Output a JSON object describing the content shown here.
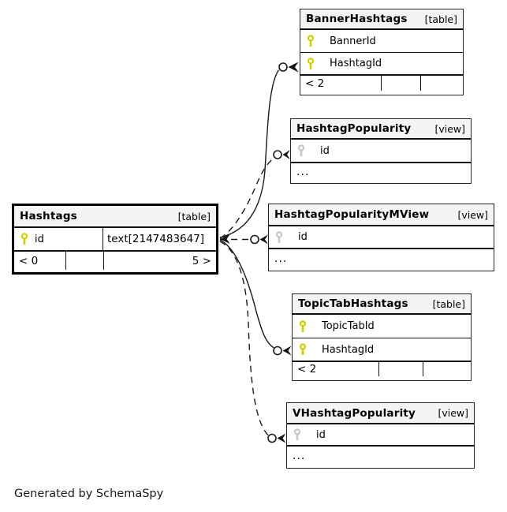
{
  "credit": "Generated by SchemaSpy",
  "colors": {
    "header_bg": "#f4f4f4",
    "border": "#222222",
    "line": "#1a1a1a",
    "primary_key": "#cfcf00",
    "view_key": "#c6c6c6"
  },
  "tables": {
    "hashtags": {
      "name": "Hashtags",
      "kind": "[table]",
      "columns": [
        {
          "name": "id",
          "type": "text[2147483647]",
          "key": "primary"
        }
      ],
      "stats": {
        "children": "< 0",
        "mid": "",
        "parents": "5 >"
      }
    },
    "banner_hashtags": {
      "name": "BannerHashtags",
      "kind": "[table]",
      "columns": [
        {
          "name": "BannerId",
          "key": "primary"
        },
        {
          "name": "HashtagId",
          "key": "primary"
        }
      ],
      "stats": {
        "children": "< 2",
        "mid": "",
        "parents": ""
      }
    },
    "hashtag_popularity": {
      "name": "HashtagPopularity",
      "kind": "[view]",
      "columns": [
        {
          "name": "id",
          "key": "view"
        }
      ],
      "ellipsis": "..."
    },
    "hashtag_popularity_mview": {
      "name": "HashtagPopularityMView",
      "kind": "[view]",
      "columns": [
        {
          "name": "id",
          "key": "view"
        }
      ],
      "ellipsis": "..."
    },
    "topic_tab_hashtags": {
      "name": "TopicTabHashtags",
      "kind": "[table]",
      "columns": [
        {
          "name": "TopicTabId",
          "key": "primary"
        },
        {
          "name": "HashtagId",
          "key": "primary"
        }
      ],
      "stats": {
        "children": "< 2",
        "mid": "",
        "parents": ""
      }
    },
    "v_hashtag_popularity": {
      "name": "VHashtagPopularity",
      "kind": "[view]",
      "columns": [
        {
          "name": "id",
          "key": "view"
        }
      ],
      "ellipsis": "..."
    }
  },
  "relations": [
    {
      "from": "Hashtags.id",
      "to": "BannerHashtags.HashtagId",
      "style": "solid"
    },
    {
      "from": "Hashtags.id",
      "to": "HashtagPopularity.id",
      "style": "dashed"
    },
    {
      "from": "Hashtags.id",
      "to": "HashtagPopularityMView.id",
      "style": "dashed"
    },
    {
      "from": "Hashtags.id",
      "to": "TopicTabHashtags.HashtagId",
      "style": "solid"
    },
    {
      "from": "Hashtags.id",
      "to": "VHashtagPopularity.id",
      "style": "dashed"
    }
  ]
}
